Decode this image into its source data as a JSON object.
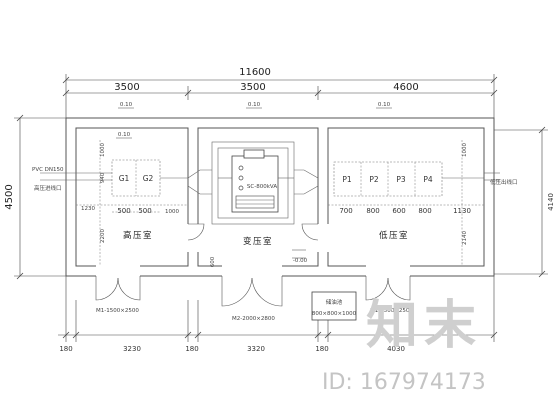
{
  "dimensions": {
    "overall": "11600",
    "top_segments": [
      "3500",
      "3500",
      "4600"
    ],
    "bottom_segments": [
      "180",
      "3230",
      "180",
      "3320",
      "180",
      "4030"
    ],
    "left_height": "4500",
    "right_height": "4140"
  },
  "levels": {
    "level_1": "0.10",
    "level_2": "0.10",
    "level_3": "0.10",
    "level_4": "0.10",
    "level_5": "-0.00"
  },
  "high_voltage_room": {
    "name": "高压室",
    "cabinets": [
      "G1",
      "G2"
    ],
    "dims": {
      "d1000": "1000",
      "d940": "940",
      "d1230": "1230",
      "d500a": "500",
      "d500b": "500",
      "d1000b": "1000",
      "d2200": "2200"
    },
    "pipe_label": "PVC DN150",
    "inlet_label": "高压进线口",
    "door_label": "M1-1500×2500"
  },
  "transformer_room": {
    "name": "变压室",
    "equipment_label": "SC-800kVA",
    "dim_600": "600",
    "door_label": "M2-2000×2800"
  },
  "low_voltage_room": {
    "name": "低压室",
    "cabinets": [
      "P1",
      "P2",
      "P3",
      "P4"
    ],
    "dims": {
      "d1000": "1000",
      "d700": "700",
      "d800a": "800",
      "d600": "600",
      "d800b": "800",
      "d1130": "1130",
      "d2140": "2140"
    },
    "outlet_label": "低压出线口",
    "door_label": "M1-1500×2500"
  },
  "oil_pit": {
    "name": "储油池",
    "size": "800×800×1000"
  },
  "watermark": {
    "text": "知末",
    "id_text": "ID: 167974173"
  }
}
